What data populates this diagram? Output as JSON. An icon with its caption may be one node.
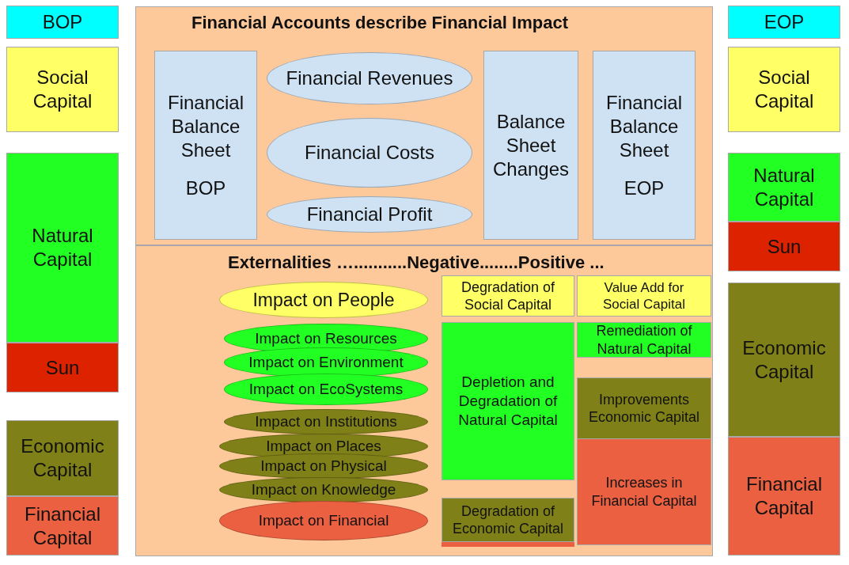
{
  "diagram": {
    "nodes": [
      {
        "text": [
          "BOP"
        ]
      },
      {
        "text": [
          "Social Capital"
        ]
      },
      {
        "text": [
          "Natural Capital"
        ]
      },
      {
        "text": [
          "Sun"
        ]
      },
      {
        "text": [
          "Economic Capital"
        ]
      },
      {
        "text": [
          "Financial Capital"
        ]
      },
      {
        "text": [
          "Financial Accounts describe Financial Impact"
        ]
      },
      {
        "text": [
          "Financial Balance Sheet",
          "BOP"
        ],
        "in": 6
      },
      {
        "text": [
          "Financial Revenues"
        ],
        "in": 6
      },
      {
        "text": [
          "Financial Costs"
        ],
        "in": 6
      },
      {
        "text": [
          "Financial Profit"
        ],
        "in": 6
      },
      {
        "text": [
          "Balance Sheet Changes"
        ],
        "in": 6
      },
      {
        "text": [
          "Financial Balance Sheet",
          "EOP"
        ],
        "in": 6
      },
      {
        "text": [
          "Externalities …...........Negative........Positive ..."
        ]
      },
      {
        "text": [
          "Impact on People"
        ],
        "in": 13
      },
      {
        "text": [
          "Impact on Resources"
        ],
        "in": 13
      },
      {
        "text": [
          "Impact on Environment"
        ],
        "in": 13
      },
      {
        "text": [
          "Impact on EcoSystems"
        ],
        "in": 13
      },
      {
        "text": [
          "Impact on Institutions"
        ],
        "in": 13
      },
      {
        "text": [
          "Impact on Places"
        ],
        "in": 13
      },
      {
        "text": [
          "Impact on Physical"
        ],
        "in": 13
      },
      {
        "text": [
          "Impact on Knowledge"
        ],
        "in": 13
      },
      {
        "text": [
          "Impact on Financial"
        ],
        "in": 13
      },
      {
        "text": [
          "Degradation of Social Capital"
        ],
        "in": 13
      },
      {
        "text": [
          "Value Add for Social Capital"
        ],
        "in": 13
      },
      {
        "text": [
          "Depletion and Degradation of Natural Capital"
        ],
        "in": 13
      },
      {
        "text": [
          "Remediation of Natural Capital"
        ],
        "in": 13
      },
      {
        "text": [
          "Improvements Economic Capital"
        ],
        "in": 13
      },
      {
        "text": [
          "Increases in Financial Capital"
        ],
        "in": 13
      },
      {
        "text": [
          "Degradation of Economic Capital"
        ],
        "in": 13
      },
      {
        "text": [],
        "shape": "bar",
        "in": 13
      },
      {
        "text": [
          "EOP"
        ]
      },
      {
        "text": [
          "Social Capital"
        ]
      },
      {
        "text": [
          "Natural Capital"
        ]
      },
      {
        "text": [
          "Sun"
        ]
      },
      {
        "text": [
          "Economic Capital"
        ]
      },
      {
        "text": [
          "Financial Capital"
        ]
      }
    ]
  }
}
